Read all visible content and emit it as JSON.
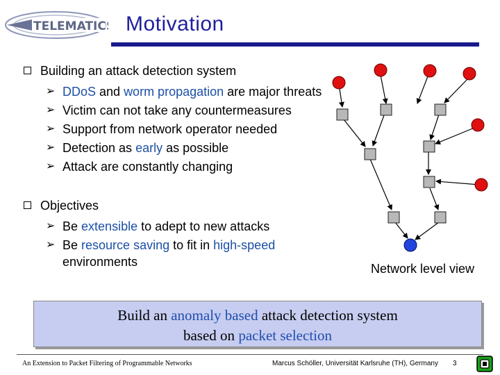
{
  "header": {
    "logo_text": "TeleMatics",
    "title": "Motivation"
  },
  "bullets": [
    {
      "text": "Building an attack detection system",
      "sub": [
        [
          "DDoS",
          " and ",
          "worm propagation",
          " are major threats"
        ],
        [
          "Victim can not take any countermeasures"
        ],
        [
          "Support from network operator needed"
        ],
        [
          "Detection as ",
          "early",
          " as possible"
        ],
        [
          "Attack are constantly changing"
        ]
      ]
    },
    {
      "text": "Objectives",
      "sub": [
        [
          "Be ",
          "extensible",
          " to adept to new attacks"
        ],
        [
          "Be ",
          "resource saving",
          " to fit in ",
          "high-speed",
          " environments"
        ]
      ]
    }
  ],
  "network_label": "Network level view",
  "summary": {
    "line1_a": "Build an ",
    "line1_b": "anomaly based",
    "line1_c": " attack detection system",
    "line2_a": "based on ",
    "line2_b": "packet selection"
  },
  "footer": {
    "left": "An Extension to Packet Filtering of Programmable Networks",
    "middle": "Marcus Schöller, Universität Karlsruhe (TH), Germany",
    "page": "3"
  },
  "colors": {
    "title": "#1f1f9e",
    "highlight": "#1c4fa6",
    "attacker": "#e01010",
    "router": "#b8b8b8",
    "victim": "#2244dd",
    "summary_bg": "#c7cdf0"
  }
}
